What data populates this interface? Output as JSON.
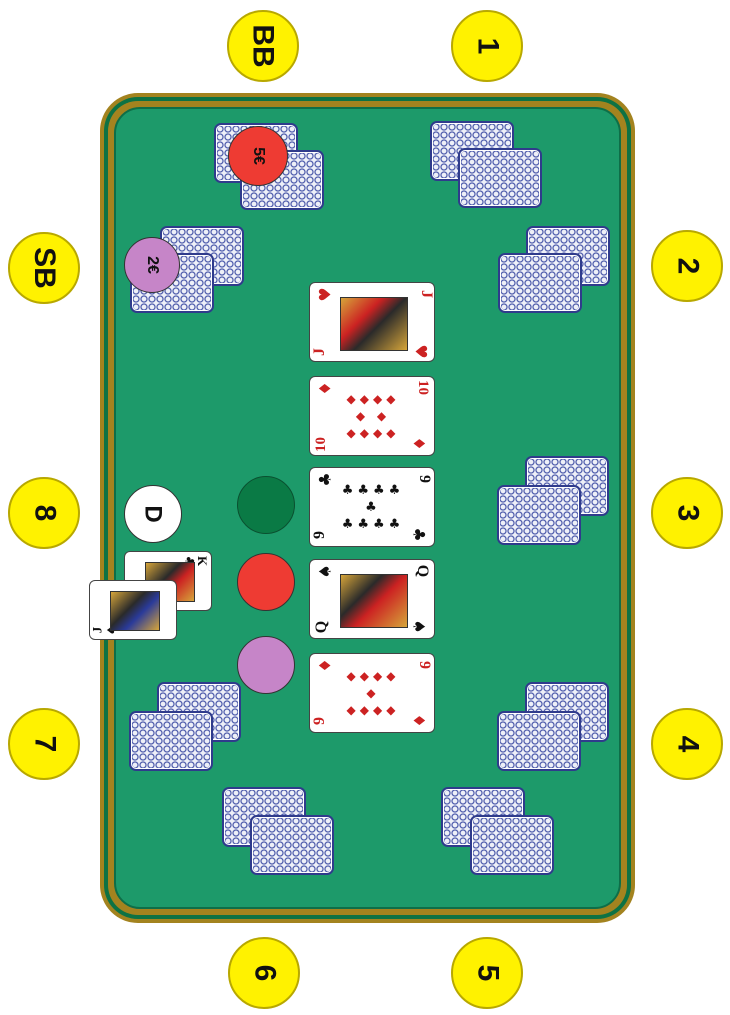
{
  "seats": {
    "bb": "BB",
    "sb": "SB",
    "s8": "8",
    "s7": "7",
    "s6": "6",
    "s1": "1",
    "s2": "2",
    "s3": "3",
    "s4": "4",
    "s5": "5"
  },
  "blinds": {
    "big_blind": "5€",
    "small_blind": "2€"
  },
  "dealer_button": "D",
  "board": [
    {
      "rank": "J",
      "suit": "♥"
    },
    {
      "rank": "10",
      "suit": "♦"
    },
    {
      "rank": "9",
      "suit": "♣"
    },
    {
      "rank": "Q",
      "suit": "♠"
    },
    {
      "rank": "9",
      "suit": "♦"
    }
  ],
  "hero_cards": [
    {
      "rank": "K",
      "suit": "♣"
    },
    {
      "rank": "J",
      "suit": "♠"
    }
  ],
  "colors": {
    "felt": "#1d9a6a",
    "rail": "#a3831f",
    "seat": "#fff200",
    "chip_red": "#ee3b33",
    "chip_green": "#0a7a45",
    "chip_purple": "#c685c8",
    "suit_red": "#cc2222",
    "suit_black": "#111111"
  }
}
